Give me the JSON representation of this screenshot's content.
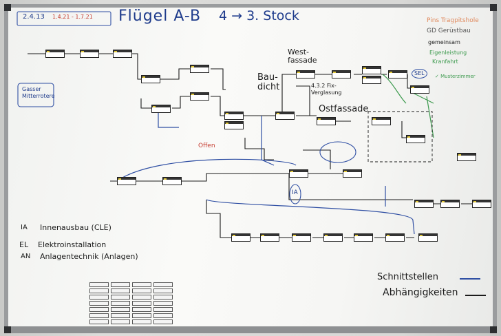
{
  "header": {
    "date": "2.4.13",
    "meta": "1.4.21 - 1.7.21",
    "title": "Flügel A-B",
    "floors": "4 → 3. Stock"
  },
  "legend": {
    "items": [
      {
        "label": "Pins Tragpitshole",
        "color": "#e08a5e"
      },
      {
        "label": "GD Gerüstbau",
        "color": "#999999"
      },
      {
        "label": "gemeinsam",
        "color": "#1b1b1b"
      },
      {
        "label": "Eigenleistung",
        "color": "#3d9a4e"
      },
      {
        "label": "Kranfahrt",
        "color": "#3d9a4e"
      },
      {
        "label": "✓ Musterzimmer",
        "color": "#3d9a4e"
      }
    ]
  },
  "annotations": {
    "bau_dicht": "Bau- dicht",
    "west": "West- fassade",
    "ost": "Ostfassade",
    "fix": "4.3.2 Fix- Verglasung",
    "gasser": "Gasser Mitterrotere",
    "offen": "Offen",
    "ia_badge": "IA",
    "sel": "SEL"
  },
  "key": {
    "items": [
      {
        "abbr": "IA",
        "text": "Innenausbau (CLE)"
      },
      {
        "abbr": "EL",
        "text": "Elektroinstallation"
      },
      {
        "abbr": "AN",
        "text": "Anlagentechnik (Anlagen)"
      }
    ]
  },
  "footer": {
    "schnittstellen": "Schnittstellen",
    "abhaengigkeiten": "Abhängigkeiten"
  }
}
